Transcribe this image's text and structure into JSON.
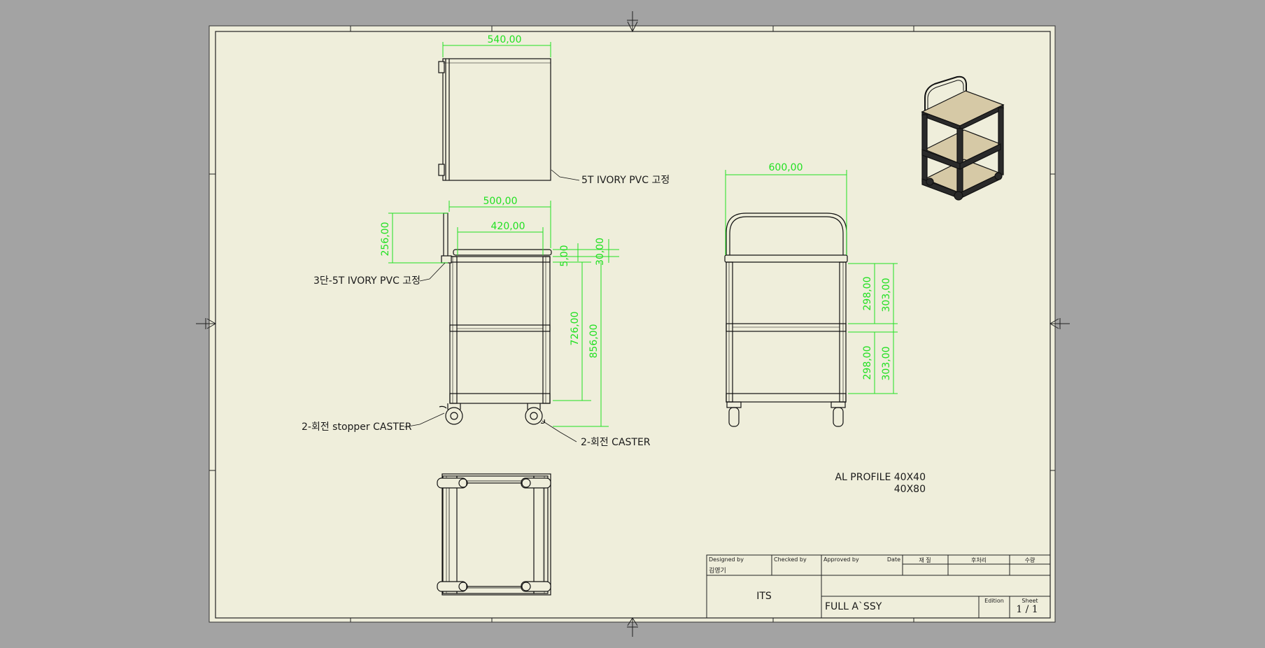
{
  "drawing": {
    "top_view": {
      "width_dim": "540,00",
      "note": "5T IVORY PVC 고정"
    },
    "side_view": {
      "dims": {
        "outer_width": "500,00",
        "inner_width": "420,00",
        "handle_height": "256,00",
        "top_thickness": "5,00",
        "top_offset": "30,00",
        "frame_height": "726,00",
        "total_height": "856,00"
      },
      "notes": {
        "shelves": "3단-5T IVORY PVC 고정",
        "stopper_caster": "2-회전 stopper CASTER",
        "caster": "2-회전 CASTER"
      }
    },
    "front_view": {
      "width_dim": "600,00",
      "inner_gap_upper": "298,00",
      "outer_gap_upper": "303,00",
      "inner_gap_lower": "298,00",
      "outer_gap_lower": "303,00"
    },
    "material_note": {
      "line1": "AL PROFILE 40X40",
      "line2": "40X80"
    }
  },
  "title_block": {
    "designed_by_label": "Designed by",
    "designed_by": "김영기",
    "checked_by_label": "Checked by",
    "approved_by_label": "Approved by",
    "date_label": "Date",
    "rev_col1": "재 질",
    "rev_col2": "후처리",
    "rev_col3": "수량",
    "company": "ITS",
    "title": "FULL A`SSY",
    "edition_label": "Edition",
    "sheet_label": "Sheet",
    "sheet": "1 / 1"
  },
  "colors": {
    "paper": "#efeedb",
    "background": "#a3a3a3",
    "dimension": "#22e022",
    "line": "#111111",
    "shelf": "#d6c9a6"
  }
}
